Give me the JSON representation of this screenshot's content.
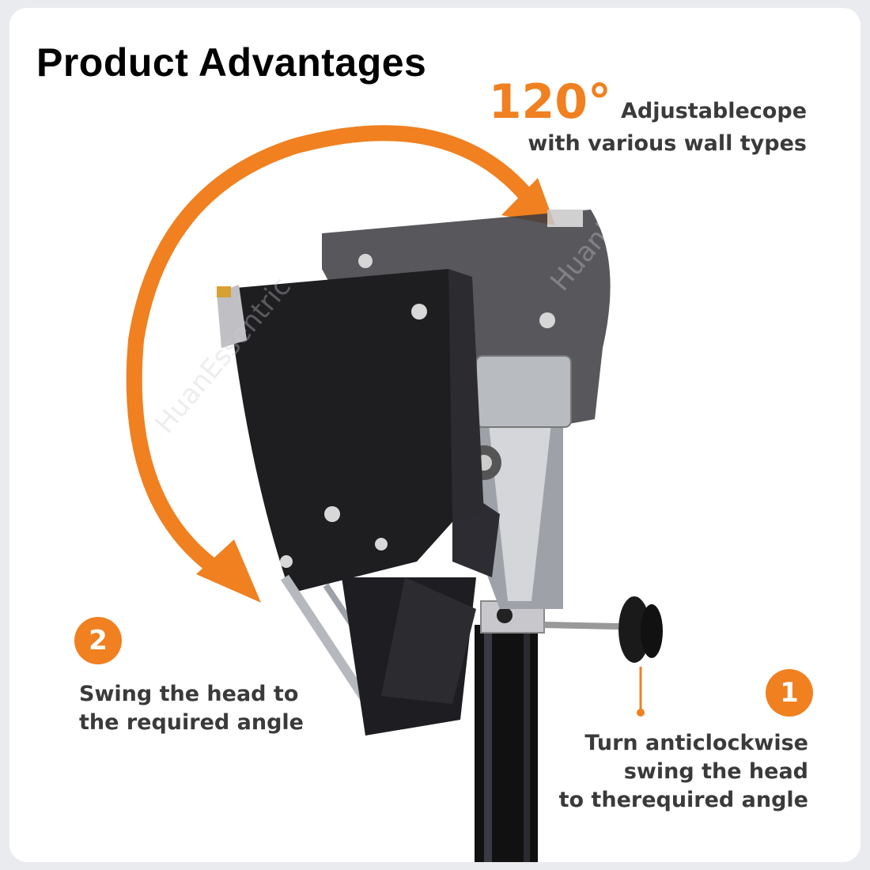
{
  "title": "Product Advantages",
  "angle": {
    "value": "120°",
    "label": "Adjustablecope",
    "subtitle": "with various wall types"
  },
  "step2": {
    "number": "2",
    "lines": [
      "Swing the head to",
      "the required angle"
    ]
  },
  "step1": {
    "number": "1",
    "lines": [
      "Turn anticlockwise",
      "swing the head",
      "to therequired angle"
    ]
  },
  "watermark": "HuanEssentric",
  "colors": {
    "accent": "#f08020",
    "text": "#3a3a3a",
    "pole": "#111111",
    "plate": "#1e1e20"
  }
}
